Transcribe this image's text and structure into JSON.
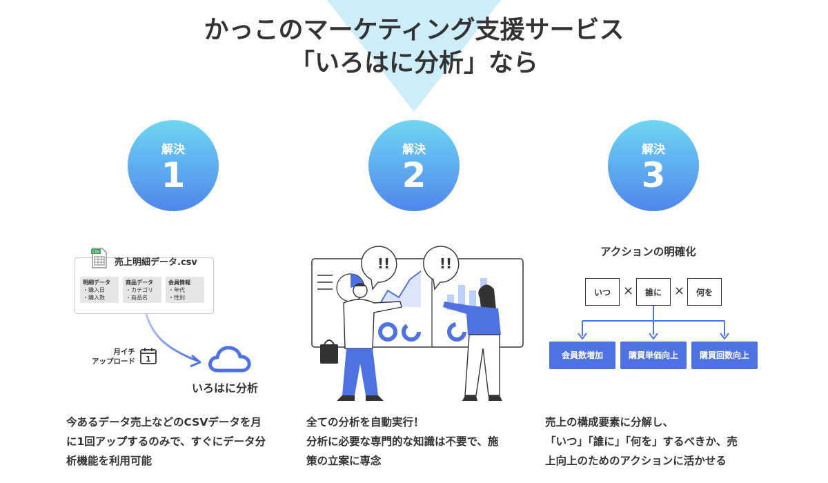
{
  "header": {
    "title_line1": "かっこのマーケティング支援サービス",
    "title_line2": "「いろはに分析」なら"
  },
  "colors": {
    "accent_blue": "#4f72e3",
    "badge_gradient_top": "#6fd6f2",
    "badge_gradient_bottom": "#4f86ec",
    "triangle_bg": "#cdeef9",
    "text": "#333333"
  },
  "solutions": [
    {
      "label": "解決",
      "number": "1"
    },
    {
      "label": "解決",
      "number": "2"
    },
    {
      "label": "解決",
      "number": "3"
    }
  ],
  "column1": {
    "csv_filename": "売上明細データ.csv",
    "csv_icon_text": "CSV",
    "cards": [
      {
        "title": "明細データ",
        "items": [
          "・購入日",
          "・購入数"
        ]
      },
      {
        "title": "商品データ",
        "items": [
          "・カテゴリ",
          "・商品名"
        ]
      },
      {
        "title": "会員情報",
        "items": [
          "・年代",
          "・性別"
        ]
      }
    ],
    "upload_line1": "月イチ",
    "upload_line2": "アップロード",
    "calendar_day": "1",
    "cloud_label": "いろはに分析",
    "description": [
      "今あるデータ売上などのCSVデータを月",
      "に1回アップするのみで、すぐにデータ分",
      "析機能を利用可能"
    ]
  },
  "column2": {
    "bubble_left": "!!",
    "bubble_right": "!!",
    "description": [
      "全ての分析を自動実行！",
      "分析に必要な専門的な知識は不要で、施",
      "策の立案に専念"
    ]
  },
  "column3": {
    "title": "アクションの明確化",
    "questions": [
      "いつ",
      "誰に",
      "何を"
    ],
    "times_symbol": "×",
    "results": [
      "会員数増加",
      "購買単価向上",
      "購買回数向上"
    ],
    "description": [
      "売上の構成要素に分解し、",
      "「いつ」「誰に」「何を」するべきか、売",
      "上向上のためのアクションに活かせる"
    ]
  },
  "icons": {
    "csv_file": "csv-file-icon",
    "calendar": "calendar-icon",
    "cloud": "cloud-icon"
  }
}
